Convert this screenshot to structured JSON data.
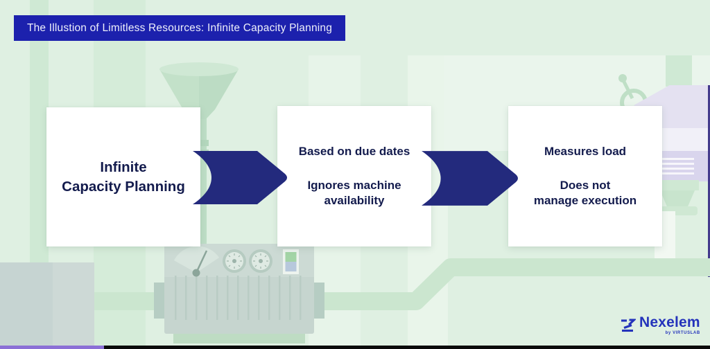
{
  "header": {
    "title": "The Illustion of Limitless Resources: Infinite Capacity Planning"
  },
  "cards": [
    {
      "lines": [
        "Infinite",
        "Capacity Planning"
      ]
    },
    {
      "primary": "Based on due dates",
      "secondary_lines": [
        "Ignores machine",
        "availability"
      ]
    },
    {
      "primary": "Measures load",
      "secondary_lines": [
        "Does not",
        "manage execution"
      ]
    }
  ],
  "logo": {
    "brand": "Nexelem",
    "byline": "by VIRTUSLAB"
  },
  "icons": [
    "funnel-illustration",
    "factory-machine-illustration",
    "valve-wheel-icon",
    "press-machine-illustration",
    "pipe-illustration",
    "arrow-right-icon",
    "nexelem-logo-mark-icon"
  ],
  "colors": {
    "background": "#dff0e2",
    "header_bg": "#1c21ad",
    "header_text": "#eef0fb",
    "arrow": "#232a7d",
    "card_bg": "#ffffff",
    "card_text": "#131b4d",
    "pipe_green": "#cbe6cf",
    "machine_gray": "#c6d5cf",
    "lavender": "#e4e1f1",
    "accent_purple": "#8b6fd6",
    "black_bar": "#0a0a0a",
    "logo_blue": "#2433bb"
  }
}
